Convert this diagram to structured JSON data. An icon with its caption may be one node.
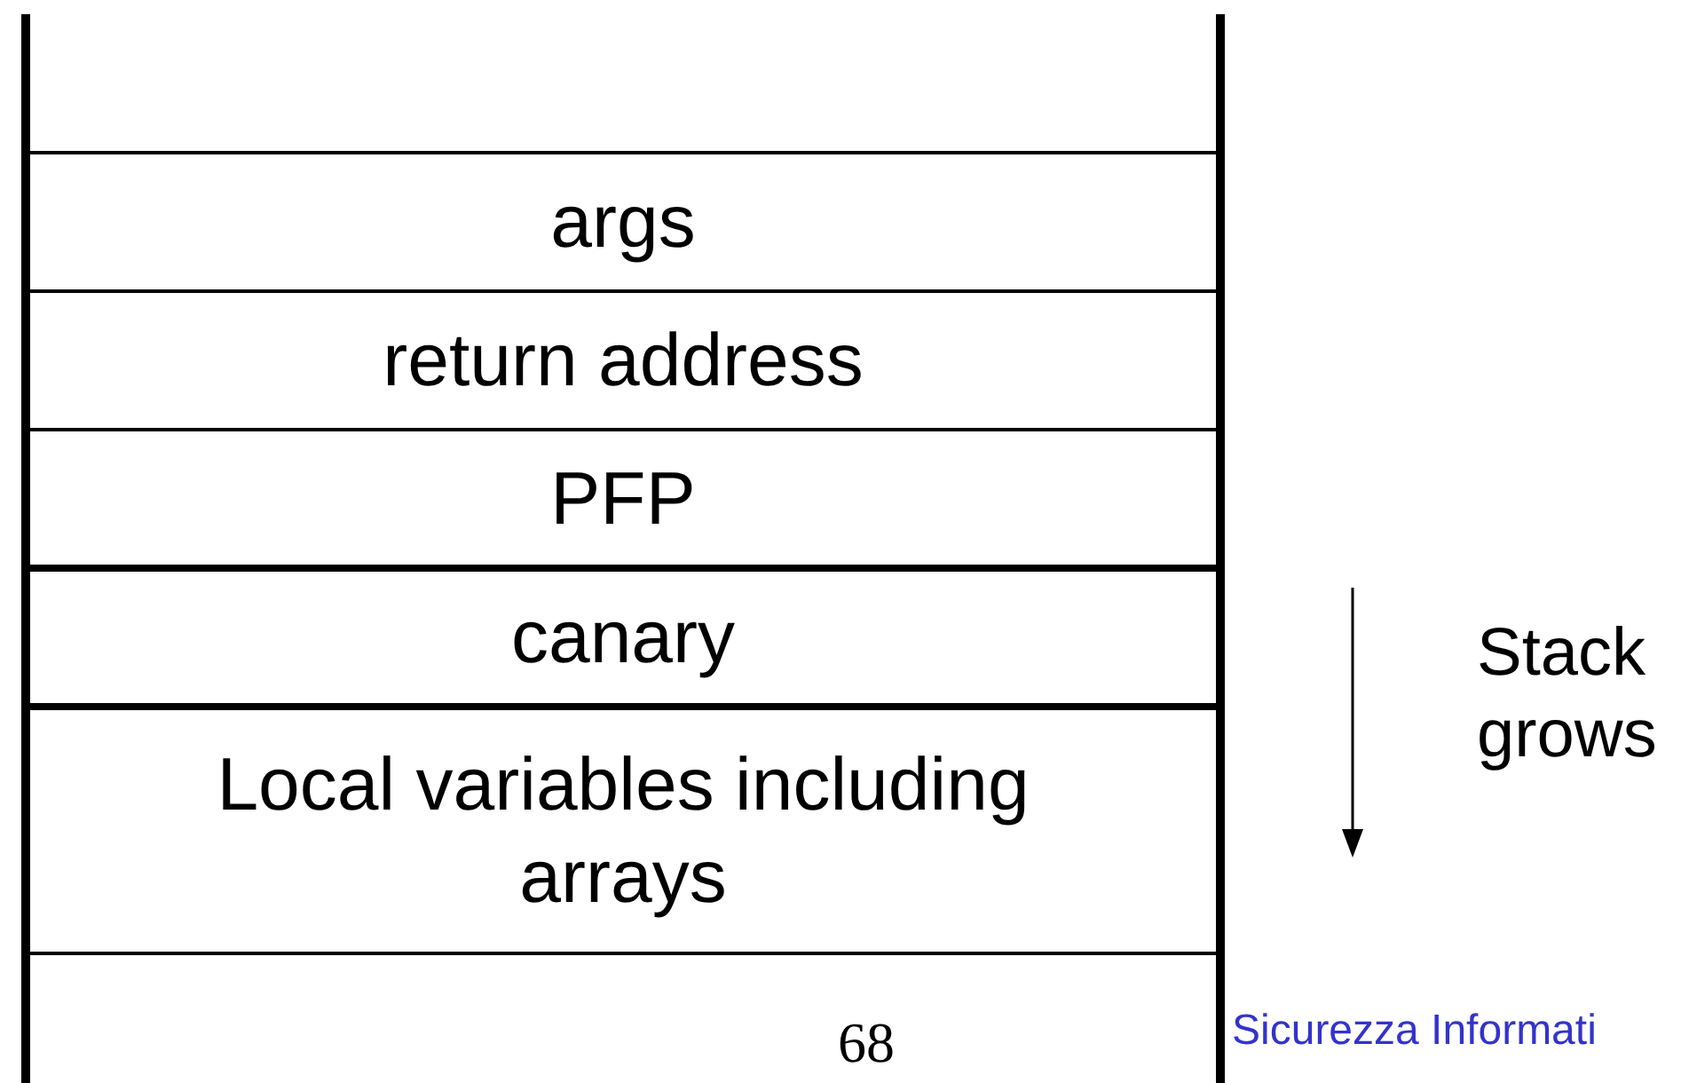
{
  "diagram": {
    "nodes": [
      {
        "text": [],
        "shape": "box"
      },
      {
        "text": [
          "args"
        ]
      },
      {
        "text": [
          "return address"
        ]
      },
      {
        "text": [
          "PFP"
        ]
      },
      {
        "text": [
          "canary"
        ]
      },
      {
        "text": [
          "Local variables including arrays"
        ]
      },
      {
        "text": [],
        "shape": "box"
      }
    ],
    "labels": [
      "Stack grows",
      "68",
      "Sicurezza Informati"
    ]
  }
}
